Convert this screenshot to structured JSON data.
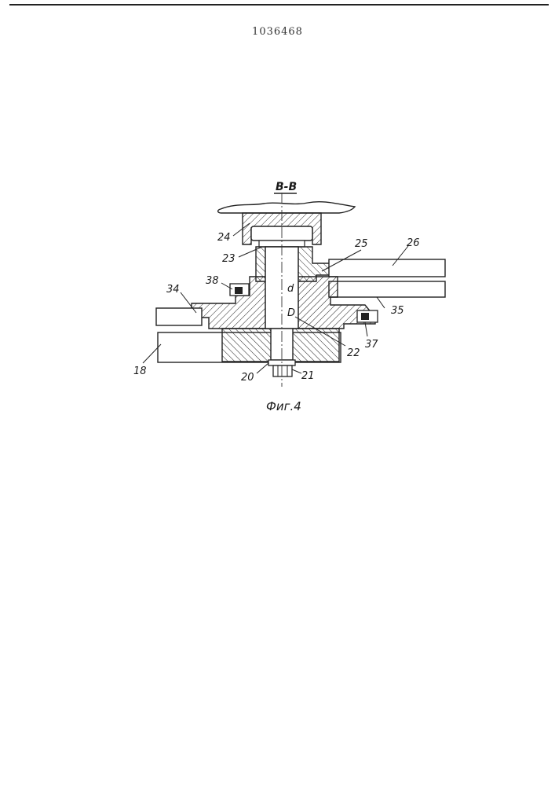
{
  "header": {
    "page_number": "1036468"
  },
  "figure": {
    "section_label": "В-В",
    "caption": "Фиг.4",
    "dimension_labels": {
      "inner_diameter": "d",
      "outer_diameter": "D"
    },
    "part_numbers": [
      "18",
      "20",
      "21",
      "22",
      "23",
      "24",
      "25",
      "26",
      "34",
      "35",
      "37",
      "38"
    ]
  }
}
